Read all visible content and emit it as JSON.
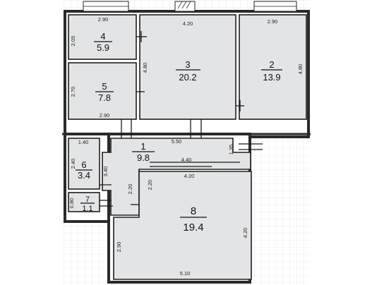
{
  "plan": {
    "rooms": [
      {
        "id": "4",
        "area": "5.9",
        "dims": [
          "2.90",
          "2.05"
        ]
      },
      {
        "id": "3",
        "area": "20.2",
        "dims": [
          "4.20",
          "4.80"
        ]
      },
      {
        "id": "2",
        "area": "13.9",
        "dims": [
          "2.90",
          "4.80"
        ]
      },
      {
        "id": "5",
        "area": "7.8",
        "dims": [
          "2.70",
          "2.90"
        ]
      },
      {
        "id": "1",
        "area": "9.8",
        "dims": [
          "5.50",
          "1.35",
          "4.40",
          "3.40",
          "2.20"
        ]
      },
      {
        "id": "6",
        "area": "3.4",
        "dims": [
          "1.40",
          "2.40"
        ]
      },
      {
        "id": "7",
        "area": "1.1",
        "dims": [
          "0.80"
        ]
      },
      {
        "id": "8",
        "area": "19.4",
        "dims": [
          "4.20",
          "2.20",
          "2.90",
          "4.20",
          "5.10"
        ]
      }
    ]
  }
}
